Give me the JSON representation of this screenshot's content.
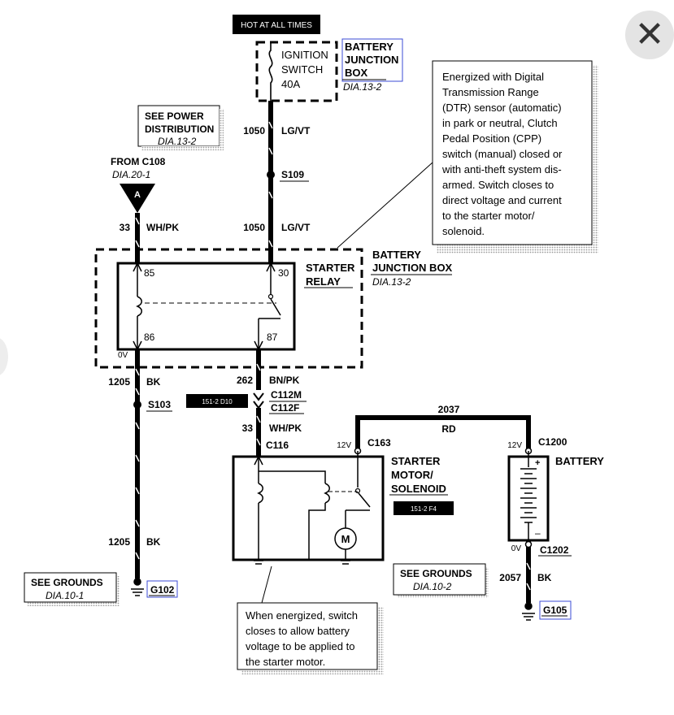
{
  "ui": {
    "close_icon": "close-icon",
    "close_glyph": "✕"
  },
  "labels": {
    "hot_at_all_times": "HOT AT ALL TIMES",
    "ign_1": "IGNITION",
    "ign_2": "SWITCH",
    "ign_3": "40A",
    "bjb_top_1": "BATTERY",
    "bjb_top_2": "JUNCTION",
    "bjb_top_3": "BOX",
    "bjb_top_dia": "DIA.13-2",
    "power_dist_1": "SEE POWER",
    "power_dist_2": "DISTRIBUTION",
    "power_dist_dia": "DIA.13-2",
    "from_c108": "FROM C108",
    "from_c108_dia": "DIA.20-1",
    "connector_a": "A",
    "circuit_1050_top": "1050",
    "lgvt_top": "LG/VT",
    "s109": "S109",
    "circuit_33_left": "33",
    "whpk_left": "WH/PK",
    "circuit_1050_bottom": "1050",
    "lgvt_bottom": "LG/VT",
    "pin_85": "85",
    "pin_30": "30",
    "pin_86": "86",
    "pin_87": "87",
    "starter_relay_1": "STARTER",
    "starter_relay_2": "RELAY",
    "bjb_mid_1": "BATTERY",
    "bjb_mid_2": "JUNCTION BOX",
    "bjb_mid_dia": "DIA.13-2",
    "v0_relay": "0V",
    "circuit_1205_top": "1205",
    "bk_top": "BK",
    "s103": "S103",
    "circuit_262": "262",
    "bnpk": "BN/PK",
    "c112m": "C112M",
    "c112f": "C112F",
    "ref_d10": "151-2 D10",
    "circuit_33_mid": "33",
    "whpk_mid": "WH/PK",
    "c116": "C116",
    "circuit_2037": "2037",
    "rd": "RD",
    "v12_left": "12V",
    "c163": "C163",
    "v12_right": "12V",
    "c1200": "C1200",
    "battery": "BATTERY",
    "starter_motor_1": "STARTER",
    "starter_motor_2": "MOTOR/",
    "starter_motor_3": "SOLENOID",
    "ref_f4": "151-2 F4",
    "motor_m": "M",
    "v0_battery": "0V",
    "c1202": "C1202",
    "circuit_1205_bottom": "1205",
    "bk_bottom": "BK",
    "see_grounds_left": "SEE GROUNDS",
    "see_grounds_left_dia": "DIA.10-1",
    "g102": "G102",
    "see_grounds_right": "SEE GROUNDS",
    "see_grounds_right_dia": "DIA.10-2",
    "circuit_2057": "2057",
    "bk_2057": "BK",
    "g105": "G105"
  },
  "notes": {
    "dtr_note": [
      "Energized with  Digital",
      "Transmission Range",
      "(DTR) sensor (automatic)",
      "in park or neutral, Clutch",
      "Pedal Position (CPP)",
      "switch (manual) closed or",
      "with anti-theft system dis-",
      "armed. Switch closes to",
      "direct voltage and current",
      "to the starter motor/",
      "solenoid."
    ],
    "energized_note": [
      "When energized, switch",
      "closes to allow battery",
      "voltage to be applied to",
      "the starter motor."
    ]
  },
  "colors": {
    "wire": "#000000",
    "highlight_box": "#3b4bd6",
    "tag_bg": "#000000",
    "tag_text": "#ffffff",
    "close_bg": "#e4e4e4"
  }
}
